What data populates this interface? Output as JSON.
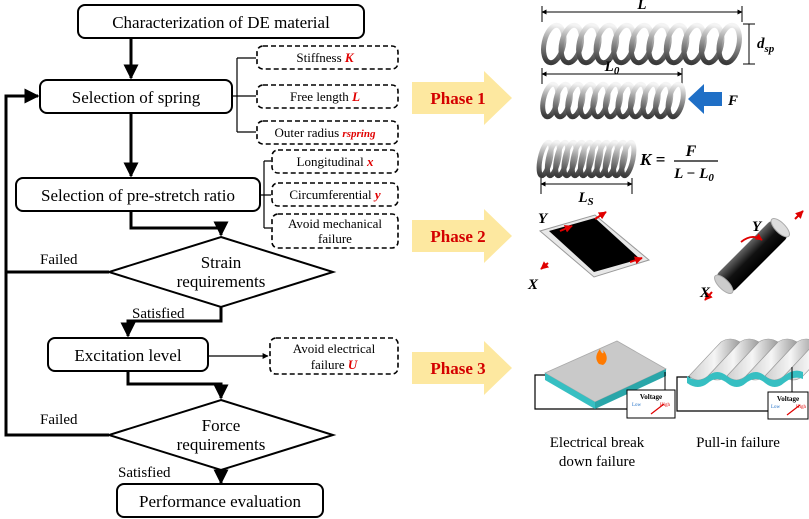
{
  "flowchart": {
    "box_characterization": "Characterization of DE material",
    "box_spring": "Selection of spring",
    "box_prestretch": "Selection of pre-stretch ratio",
    "box_excitation": "Excitation level",
    "box_performance": "Performance evaluation",
    "diamond_strain_line1": "Strain",
    "diamond_strain_line2": "requirements",
    "diamond_force_line1": "Force",
    "diamond_force_line2": "requirements",
    "label_failed_1": "Failed",
    "label_satisfied_1": "Satisfied",
    "label_failed_2": "Failed",
    "label_satisfied_2": "Satisfied"
  },
  "spring_params": {
    "stiffness_label": "Stiffness",
    "stiffness_symbol": "K",
    "free_length_label": "Free length",
    "free_length_symbol": "L",
    "outer_radius_label": "Outer radius",
    "outer_radius_symbol": "rspring"
  },
  "prestretch_params": {
    "longitudinal_label": "Longitudinal",
    "longitudinal_symbol": "x",
    "circumferential_label": "Circumferential",
    "circumferential_symbol": "y",
    "avoid_mech_line1": "Avoid mechanical",
    "avoid_mech_line2": "failure"
  },
  "excitation_params": {
    "avoid_elec_line1": "Avoid electrical",
    "avoid_elec_line2": "failure",
    "avoid_elec_symbol": "U"
  },
  "phases": {
    "phase1": "Phase 1",
    "phase2": "Phase 2",
    "phase3": "Phase 3"
  },
  "phase1_labels": {
    "length_L": "L",
    "length_L0": "L",
    "length_L0_sub": "0",
    "diameter": "d",
    "diameter_sub": "sp",
    "force": "F",
    "length_Ls": "L",
    "length_Ls_sub": "S",
    "formula_lhs": "K =",
    "formula_num": "F",
    "formula_den": "L − L",
    "formula_den_sub": "0"
  },
  "phase2_labels": {
    "axis_y_flat": "Y",
    "axis_x_flat": "X",
    "axis_y_roll": "Y",
    "axis_x_roll": "X"
  },
  "phase3_labels": {
    "voltage_1": "Voltage",
    "low_1": "Low",
    "high_1": "High",
    "voltage_2": "Voltage",
    "low_2": "Low",
    "high_2": "High",
    "caption_breakdown_1": "Electrical break",
    "caption_breakdown_2": "down failure",
    "caption_pullin": "Pull-in failure"
  },
  "colors": {
    "phase_arrow": "#fde8a0",
    "phase_text": "#d40000",
    "symbol_red": "#e00000",
    "force_arrow": "#1f6fc6",
    "film_teal": "#3cc3c6",
    "membrane_black": "#000000"
  }
}
